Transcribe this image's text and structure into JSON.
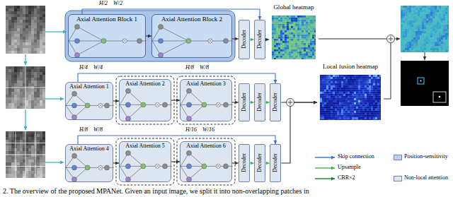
{
  "diagram": {
    "caption": "2. The overview of the proposed MPANet. Given an input image, we split it into non-overlapping patches in",
    "nodes": [
      {
        "text": [
          "Axial Attention Block 1"
        ]
      },
      {
        "text": [
          "Axial Attention Block 2"
        ]
      },
      {
        "text": [
          "Decoder"
        ]
      },
      {
        "text": [
          "Decoder"
        ]
      },
      {
        "text": [
          "Axial Attention 1"
        ]
      },
      {
        "text": [
          "Axial Attention 2"
        ]
      },
      {
        "text": [
          "Axial Attention 3"
        ]
      },
      {
        "text": [
          "Decoder"
        ]
      },
      {
        "text": [
          "Decoder"
        ]
      },
      {
        "text": [
          "Decoder"
        ]
      },
      {
        "text": [
          "Axial Attention 4"
        ]
      },
      {
        "text": [
          "Axial Attention 5"
        ]
      },
      {
        "text": [
          "Axial Attention 6"
        ]
      },
      {
        "text": [
          "Decoder"
        ]
      },
      {
        "text": [
          "Decoder"
        ]
      },
      {
        "text": [
          "Decoder"
        ]
      },
      {
        "text": [
          "Global heatmap"
        ]
      },
      {
        "text": [
          "Local fusion heatmap"
        ]
      }
    ],
    "edges": [
      {
        "from": 0,
        "to": 1,
        "arrow": "to"
      },
      {
        "from": 1,
        "to": 2,
        "arrow": "to"
      },
      {
        "from": 2,
        "to": 3,
        "arrow": "to"
      },
      {
        "from": 3,
        "to": 16,
        "arrow": "to"
      },
      {
        "from": 0,
        "to": 3,
        "arrow": "to"
      },
      {
        "from": 4,
        "to": 5,
        "arrow": "to"
      },
      {
        "from": 5,
        "to": 6,
        "arrow": "to"
      },
      {
        "from": 6,
        "to": 7,
        "arrow": "to"
      },
      {
        "from": 7,
        "to": 8,
        "arrow": "to"
      },
      {
        "from": 8,
        "to": 9,
        "arrow": "to"
      },
      {
        "from": 9,
        "to": 17,
        "arrow": "to"
      },
      {
        "from": 4,
        "to": 9,
        "arrow": "to"
      },
      {
        "from": 10,
        "to": 11,
        "arrow": "to"
      },
      {
        "from": 11,
        "to": 12,
        "arrow": "to"
      },
      {
        "from": 12,
        "to": 13,
        "arrow": "to"
      },
      {
        "from": 13,
        "to": 14,
        "arrow": "to"
      },
      {
        "from": 14,
        "to": 15,
        "arrow": "to"
      },
      {
        "from": 15,
        "to": 17,
        "arrow": "to"
      },
      {
        "from": 10,
        "to": 15,
        "arrow": "to"
      }
    ],
    "labels": [
      "H/2",
      "W/2",
      "H/4",
      "W/4",
      "H/8",
      "W/8",
      "H/8",
      "W/8",
      "H/16",
      "W/16"
    ],
    "legend": [
      {
        "text": "Skip connection"
      },
      {
        "text": "Upsample"
      },
      {
        "text": "CBR×2"
      },
      {
        "text": "Position-sensitivity",
        "color": "#bcd4ef"
      },
      {
        "text": "Non-local attention",
        "color": "#dde5f0"
      }
    ]
  }
}
